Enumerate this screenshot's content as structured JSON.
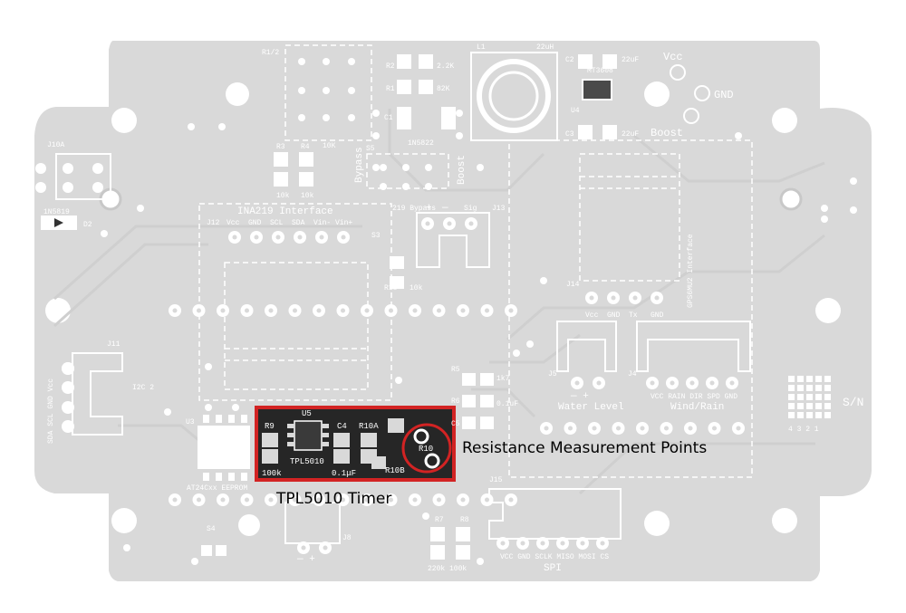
{
  "board": {
    "top_left": [
      "R1/2",
      "10K",
      "R3",
      "R4",
      "10k",
      "10k",
      "J10A",
      "1N5819",
      "D2"
    ],
    "r2": "R2",
    "r1": "R1",
    "r2_val": "2.2K",
    "r1_val": "82K",
    "c1": "C1",
    "d1": "1N5822",
    "l1": "L1",
    "l1_val": "22uH",
    "c2": "C2",
    "c2_val": "22uF",
    "mt": "MT3608",
    "u4": "U4",
    "c3": "C3",
    "c3_val": "22uF",
    "s5": "S5",
    "bypass": "Bypass",
    "boost": "Boost",
    "vcc": "Vcc",
    "gnd": "GND",
    "boost_pad": "Boost",
    "ina_title": "INA219 Interface",
    "j12": "J12",
    "ina_pins": [
      "Vcc",
      "GND",
      "SCL",
      "SDA",
      "Vin-",
      "Vin+"
    ],
    "s3": "S3",
    "ina_bypass": "219 Bypass",
    "r18": "R18",
    "r18_val": "10k",
    "j13": "J13",
    "plus": "+",
    "minus": "—",
    "sig": "Sig",
    "gps_title": "GPS6MU2 Interface",
    "j14": "J14",
    "gps_pins": [
      "Vcc",
      "GND",
      "Tx",
      "GND"
    ],
    "j11": "J11",
    "j11_pins": "SDA SCL GND Vcc",
    "i2c": "I2C 2",
    "r5": "R5",
    "r6": "R6",
    "r6_vals": "1k7",
    "c5": "C5",
    "c5_val": "0.1uF",
    "j5": "J5",
    "water": "Water Level",
    "wl_pm": "—   +",
    "j4": "J4",
    "wind": "Wind/Rain",
    "wind_pins": "VCC RAIN DIR SPD GND",
    "sn": "S/N",
    "sn_digits": "4  3  2  1",
    "u3": "U3",
    "eeprom": "AT24Cxx EEPROM",
    "u5": "U5",
    "r9": "R9",
    "c4": "C4",
    "r10a": "R10A",
    "r10": "R10",
    "r10b": "R10B",
    "tpl": "TPL5010",
    "r9_val": "100k",
    "c4_val": "0.1μF",
    "j15": "J15",
    "spi_pins": "VCC  GND  SCLK  MISO  MOSI  CS",
    "spi": "SPI",
    "r7": "R7",
    "r8": "R8",
    "r7r8_vals": "220k 100k",
    "s4": "S4",
    "j8": "J8",
    "pm2": "—  +"
  },
  "callouts": {
    "timer": "TPL5010 Timer",
    "resistance": "Resistance Measurement Points"
  },
  "colors": {
    "pcb": "#d9d9d9",
    "highlight_box": "#d22323",
    "dark_module": "#262626"
  }
}
